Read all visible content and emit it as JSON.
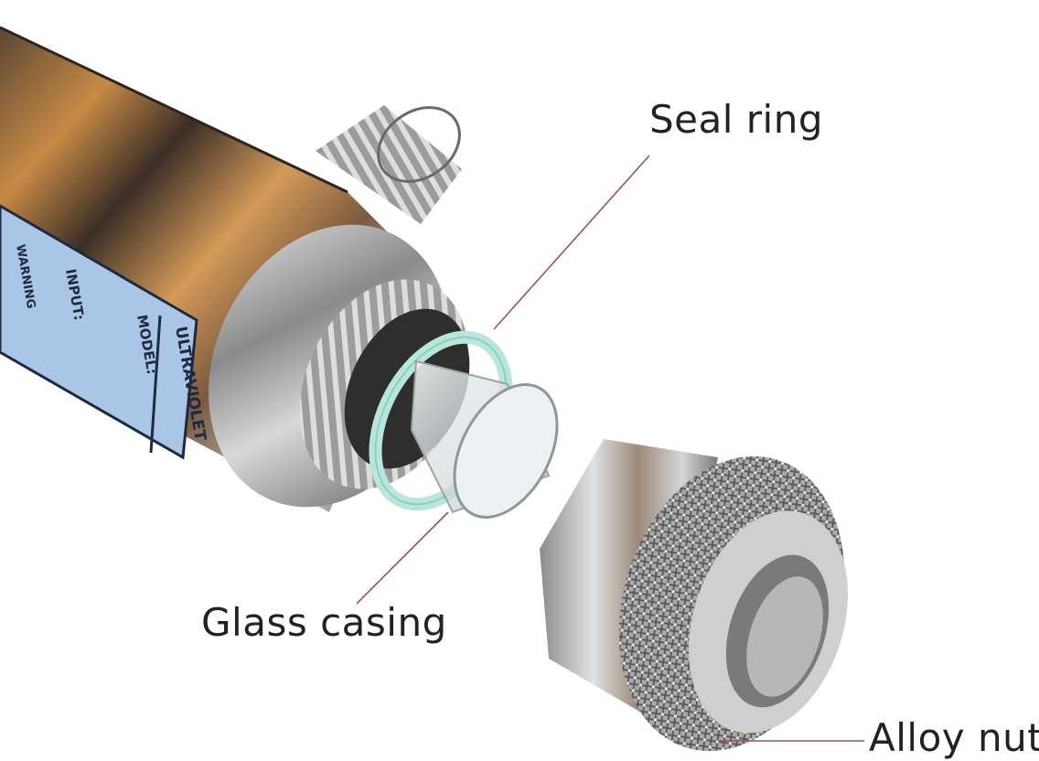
{
  "labels": {
    "seal_ring": "Seal ring",
    "glass_casing": "Glass casing",
    "alloy_nut": "Alloy nut"
  },
  "label_panel": {
    "title": "ULTRAVIOLET",
    "model": "MODEL:",
    "input": "INPUT:",
    "warning": "WARNING"
  },
  "colors": {
    "leader_line": "#a05050",
    "seal_ring": "#b8e6dc",
    "label_blue": "#a9c6e6",
    "steel_mid": "#9a9a9a",
    "copper_reflection": "#b0702c"
  }
}
